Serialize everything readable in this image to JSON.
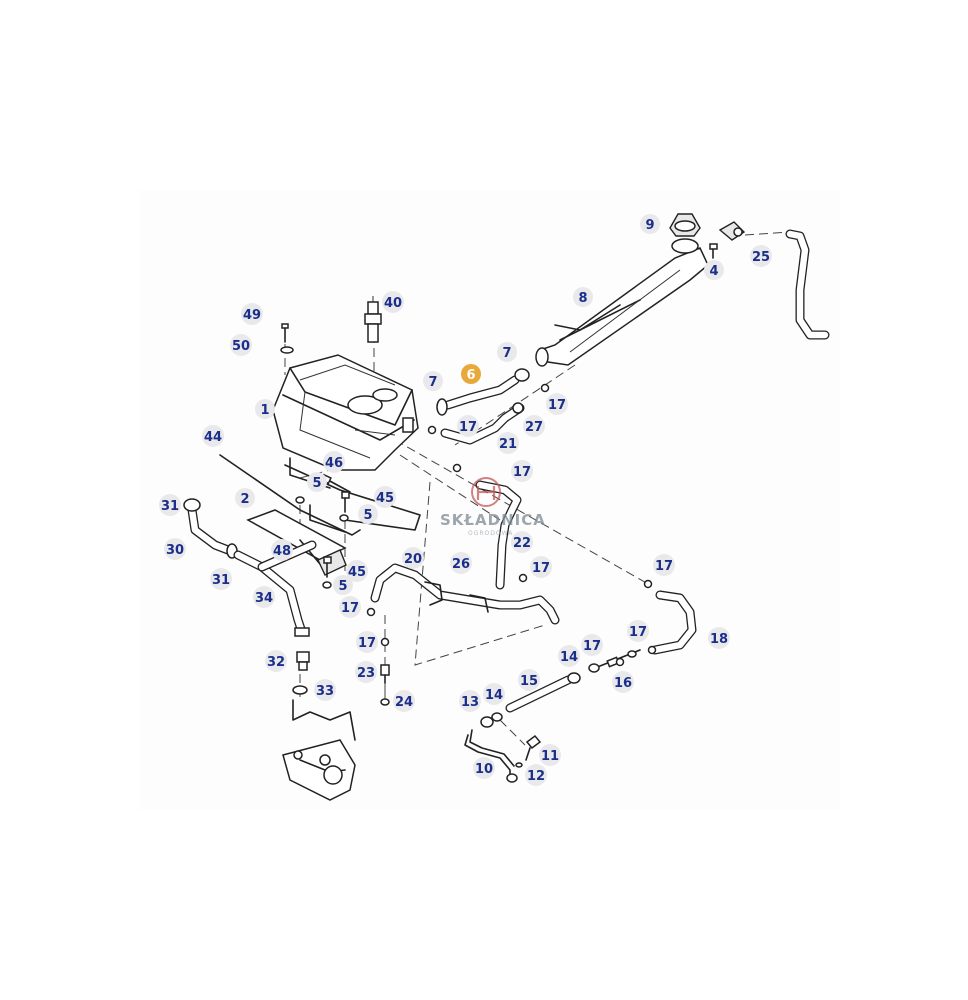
{
  "part_labels": {
    "p1": "1",
    "p2": "2",
    "p4": "4",
    "p5a": "5",
    "p5b": "5",
    "p5c": "5",
    "p6": "6",
    "p7a": "7",
    "p7b": "7",
    "p8": "8",
    "p9": "9",
    "p10": "10",
    "p11": "11",
    "p12": "12",
    "p13": "13",
    "p14a": "14",
    "p14b": "14",
    "p15": "15",
    "p16": "16",
    "p17a": "17",
    "p17b": "17",
    "p17c": "17",
    "p17d": "17",
    "p17e": "17",
    "p17f": "17",
    "p17g": "17",
    "p17h": "17",
    "p17i": "17",
    "p18": "18",
    "p20": "20",
    "p21": "21",
    "p22": "22",
    "p23": "23",
    "p24": "24",
    "p25": "25",
    "p26": "26",
    "p27": "27",
    "p30": "30",
    "p31a": "31",
    "p31b": "31",
    "p32": "32",
    "p33": "33",
    "p34": "34",
    "p40": "40",
    "p44": "44",
    "p45a": "45",
    "p45b": "45",
    "p46": "46",
    "p48": "48",
    "p49": "49",
    "p50": "50"
  },
  "highlighted_part": "6",
  "colors": {
    "label": "#1b2f8a",
    "highlight": "#e8a93a",
    "label_bg": "#e9e9ec"
  },
  "watermark": {
    "name": "SKŁADNICA",
    "tagline": "OGRODOWA"
  }
}
